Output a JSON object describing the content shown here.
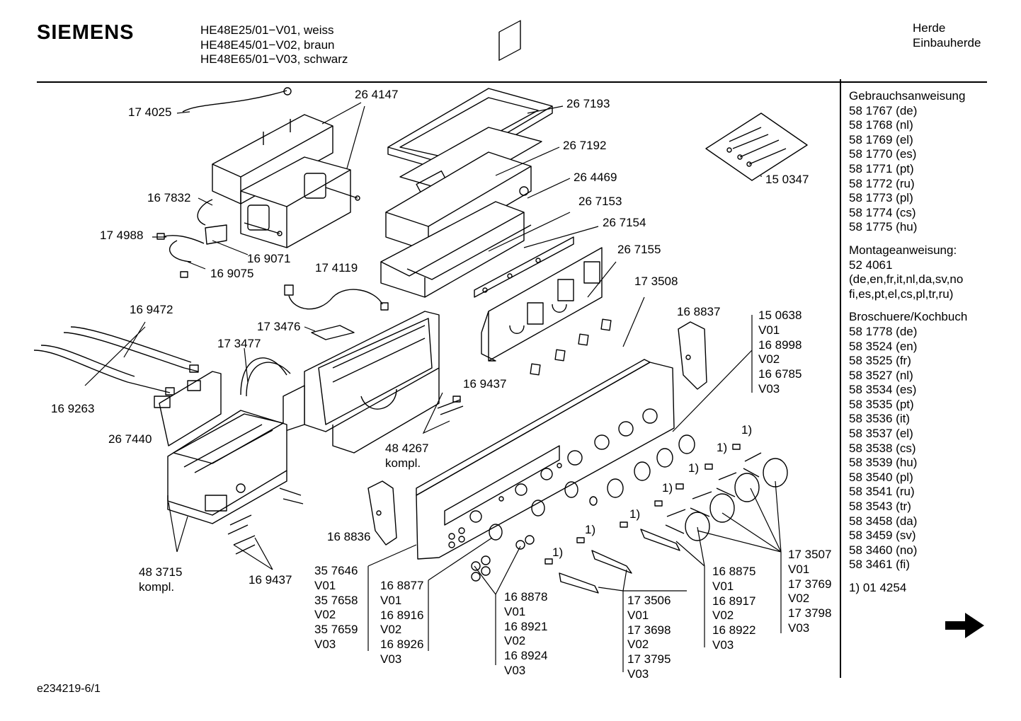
{
  "header": {
    "brand": "SIEMENS",
    "models": [
      "HE48E25/01−V01, weiss",
      "HE48E45/01−V02, braun",
      "HE48E65/01−V03, schwarz"
    ],
    "category": [
      "Herde",
      "Einbauherde"
    ]
  },
  "docs": [
    {
      "title": "Gebrauchsanweisung",
      "items": [
        "58 1767 (de)",
        "58 1768 (nl)",
        "58 1769 (el)",
        "58 1770 (es)",
        "58 1771 (pt)",
        "58 1772 (ru)",
        "58 1773 (pl)",
        "58 1774 (cs)",
        "58 1775 (hu)"
      ]
    },
    {
      "title": "Montageanweisung:",
      "items": [
        "52 4061",
        "(de,en,fr,it,nl,da,sv,no",
        "fi,es,pt,el,cs,pl,tr,ru)"
      ]
    },
    {
      "title": "Broschuere/Kochbuch",
      "items": [
        "58 1778 (de)",
        "58 3524 (en)",
        "58 3525 (fr)",
        "58 3527 (nl)",
        "58 3534 (es)",
        "58 3535 (pt)",
        "58 3536 (it)",
        "58 3537 (el)",
        "58 3538 (cs)",
        "58 3539 (hu)",
        "58 3540 (pl)",
        "58 3541 (ru)",
        "58 3543 (tr)",
        "58 3458 (da)",
        "58 3459 (sv)",
        "58 3460 (no)",
        "58 3461 (fi)"
      ]
    },
    {
      "title": "",
      "items": [
        "1) 01 4254"
      ]
    }
  ],
  "footer": {
    "code": "e234219-6/1"
  },
  "parts": {
    "p174025": "17 4025",
    "p264147": "26 4147",
    "p267193": "26 7193",
    "p267192": "26 7192",
    "p264469": "26 4469",
    "p267153": "26 7153",
    "p267154": "26 7154",
    "p267155": "26 7155",
    "p150347": "15 0347",
    "p167832": "16 7832",
    "p174988": "17 4988",
    "p169071": "16 9071",
    "p169075": "16 9075",
    "p174119": "17 4119",
    "p173508": "17 3508",
    "p169472": "16 9472",
    "p173476": "17 3476",
    "p168837": "16 8837",
    "p173477": "17 3477",
    "p169263": "16 9263",
    "p267440": "26 7440",
    "p169437a": "16 9437",
    "p484267": [
      "48 4267",
      "kompl."
    ],
    "p168836": "16 8836",
    "p483715": [
      "48 3715",
      "kompl."
    ],
    "p169437b": "16 9437",
    "group150638": [
      "15 0638",
      "V01",
      "16 8998",
      "V02",
      "16 6785",
      "V03"
    ],
    "group357646": [
      "35 7646",
      "V01",
      "35 7658",
      "V02",
      "35 7659",
      "V03"
    ],
    "group168877": [
      "16 8877",
      "V01",
      "16 8916",
      "V02",
      "16 8926",
      "V03"
    ],
    "group168878": [
      "16 8878",
      "V01",
      "16 8921",
      "V02",
      "16 8924",
      "V03"
    ],
    "group173506": [
      "17 3506",
      "V01",
      "17 3698",
      "V02",
      "17 3795",
      "V03"
    ],
    "group168875": [
      "16 8875",
      "V01",
      "16 8917",
      "V02",
      "16 8922",
      "V03"
    ],
    "group173507": [
      "17 3507",
      "V01",
      "17 3769",
      "V02",
      "17 3798",
      "V03"
    ],
    "footnote_mark": "1)"
  }
}
